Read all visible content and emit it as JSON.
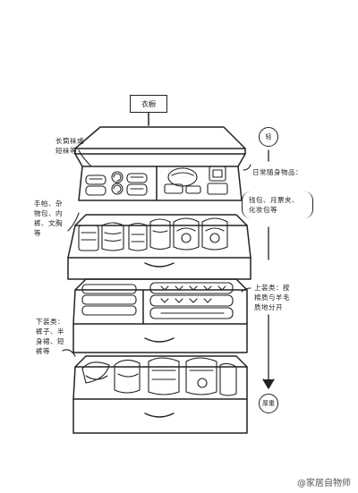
{
  "title": "衣橱",
  "top_marker": "轻",
  "bottom_marker": "厚重",
  "annotations": {
    "tier1_left": "长筒袜或\n短袜等",
    "tier1_right": "日常随身物品：",
    "tier1_right_detail": "钱包、月票夹、\n化妆包等",
    "tier2_left": "手帕、杂\n物包、内\n裤、文胸\n等",
    "tier3_right": "上装类：按\n棉质与羊毛\n质地分开",
    "tier4_left": "下装类：\n裤子、半\n身裙、短\n裤等"
  },
  "watermark": "@家居自物师"
}
